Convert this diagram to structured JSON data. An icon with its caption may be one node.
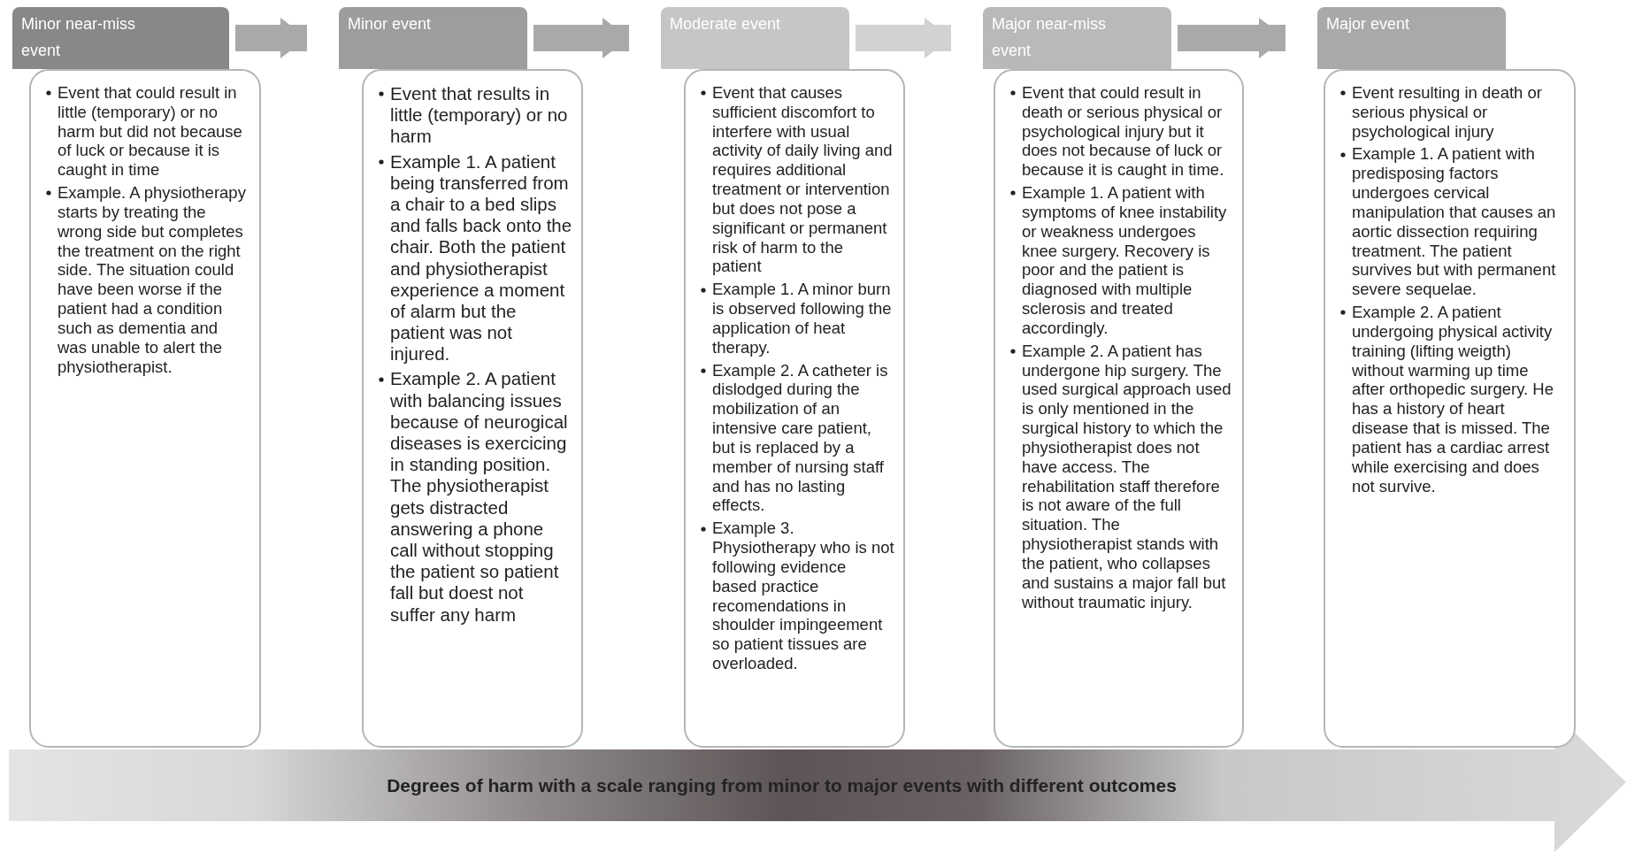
{
  "diagram": {
    "nodes": [
      {
        "text": [
          "Minor near-miss event"
        ]
      },
      {
        "text": [
          "Event that could result in little (temporary) or no harm but did not because of luck or because it is caught in time",
          "Example. A physiotherapy starts by treating the wrong side but completes the treatment on the right side. The situation could have been worse if the patient had a condition such as dementia and was unable to alert the physiotherapist."
        ]
      },
      {
        "text": [
          "Minor event"
        ]
      },
      {
        "text": [
          "Event that results in little (temporary) or no harm",
          "Example 1. A patient being transferred from a chair to a bed slips and falls back onto the chair. Both the patient and physiotherapist experience a moment of alarm but the patient was not injured.",
          "Example 2. A patient with balancing issues because of neurogical diseases is exercicing in standing position. The physiotherapist gets distracted answering a phone call without stopping the patient so patient fall but doest not suffer any harm"
        ]
      },
      {
        "text": [
          "Moderate event"
        ]
      },
      {
        "text": [
          "Event that causes sufficient discomfort to interfere with usual activity of daily living and requires additional treatment or intervention but does not pose a significant or permanent risk of harm to the patient",
          "Example 1. A minor burn is observed following the application of heat therapy.",
          "Example 2. A catheter is dislodged during the mobilization of an intensive care patient, but is replaced by a member of nursing staff and has no lasting effects.",
          "Example 3. Physiotherapy who is not following evidence based practice recomendations in shoulder impingeement so patient tissues are overloaded."
        ]
      },
      {
        "text": [
          "Major near-miss event"
        ]
      },
      {
        "text": [
          "Event that could result in death or serious physical or psychological injury but it does not because of luck or because it is caught in time.",
          "Example 1. A patient with symptoms of knee instability or weakness undergoes knee surgery. Recovery is poor and the patient is diagnosed with multiple sclerosis and treated accordingly.",
          "Example 2. A patient has undergone hip surgery. The used surgical approach used is only mentioned in the surgical history to which the physiotherapist does not have access. The rehabilitation staff therefore is not aware of the full situation. The physiotherapist stands with the patient, who collapses and sustains a major fall but without traumatic injury."
        ]
      },
      {
        "text": [
          "Major event"
        ]
      },
      {
        "text": [
          "Event resulting in death or serious physical or psychological injury",
          "Example 1. A patient with predisposing factors undergoes cervical manipulation that causes an aortic dissection requiring treatment. The patient survives but with permanent severe sequelae.",
          "Example 2. A patient undergoing physical activity training (lifting weigth) without warming up time after orthopedic surgery. He has a history of heart disease that is missed. The patient has a cardiac arrest while exercising and does not survive."
        ]
      },
      {
        "text": [
          "Degrees of harm with a scale ranging from minor to major events with different outcomes"
        ]
      }
    ],
    "edges": [
      {
        "from": 0,
        "to": 2,
        "arrow": "to"
      },
      {
        "from": 2,
        "to": 4,
        "arrow": "to"
      },
      {
        "from": 4,
        "to": 6,
        "arrow": "to",
        "color": "#d2d2d2"
      },
      {
        "from": 6,
        "to": 8,
        "arrow": "to"
      }
    ]
  }
}
